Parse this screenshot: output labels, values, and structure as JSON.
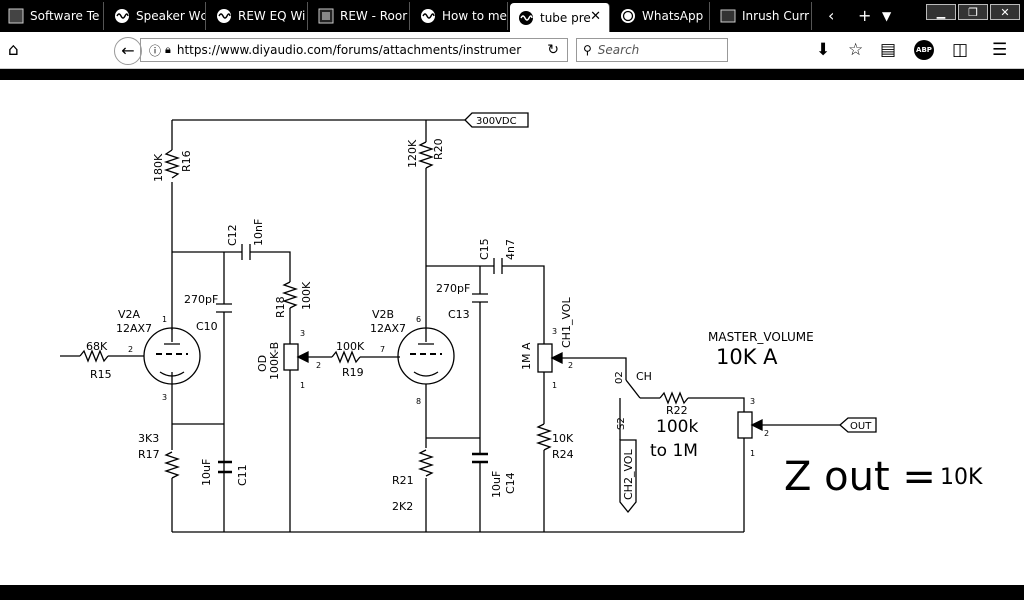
{
  "tabs": [
    {
      "label": "Software Te",
      "active": false
    },
    {
      "label": "Speaker Wc",
      "active": false
    },
    {
      "label": "REW EQ Wi",
      "active": false
    },
    {
      "label": "REW - Roor",
      "active": false
    },
    {
      "label": "How to me",
      "active": false
    },
    {
      "label": "tube pre",
      "active": true
    },
    {
      "label": "WhatsApp",
      "active": false
    },
    {
      "label": "Inrush Curr",
      "active": false
    }
  ],
  "address": {
    "url": "https://www.diyaudio.com/forums/attachments/instrumer"
  },
  "search": {
    "placeholder": "Search"
  },
  "toolbar": {
    "adblock_label": "ABP"
  },
  "schematic": {
    "supply": "300VDC",
    "r16": {
      "value": "180K",
      "ref": "R16"
    },
    "r20": {
      "value": "120K",
      "ref": "R20"
    },
    "c12": {
      "ref": "C12",
      "value": "10nF"
    },
    "c15": {
      "ref": "C15",
      "value": "4n7"
    },
    "c10": {
      "value": "270pF",
      "ref": "C10"
    },
    "c13": {
      "value": "270pF",
      "ref": "C13"
    },
    "r18": {
      "ref": "R18",
      "value": "100K"
    },
    "v2a": {
      "ref": "V2A",
      "type": "12AX7"
    },
    "v2b": {
      "ref": "V2B",
      "type": "12AX7"
    },
    "r15": {
      "value": "68K",
      "ref": "R15"
    },
    "r19": {
      "value": "100K",
      "ref": "R19"
    },
    "od": {
      "ref": "OD",
      "value": "100K-B"
    },
    "r17": {
      "value": "3K3",
      "ref": "R17"
    },
    "c11": {
      "value": "10uF",
      "ref": "C11"
    },
    "r21": {
      "ref": "R21",
      "value": "2K2"
    },
    "c14": {
      "value": "10uF",
      "ref": "C14"
    },
    "ch1vol": {
      "ref": "CH1_VOL",
      "value": "1M A"
    },
    "r24": {
      "value": "10K",
      "ref": "R24"
    },
    "ch2vol": "CH2_VOL",
    "s2": {
      "ref": "S2",
      "pin": "02",
      "label": "CH"
    },
    "r22": {
      "ref": "R22",
      "note1": "100k",
      "note2": "to 1M"
    },
    "master": {
      "ref": "MASTER_VOLUME",
      "value": "10K A"
    },
    "out": "OUT",
    "zout": {
      "label": "Z out =",
      "value": "10K"
    },
    "pins": {
      "p1": "1",
      "p2": "2",
      "p3": "3",
      "p6": "6",
      "p7": "7",
      "p8": "8"
    }
  }
}
